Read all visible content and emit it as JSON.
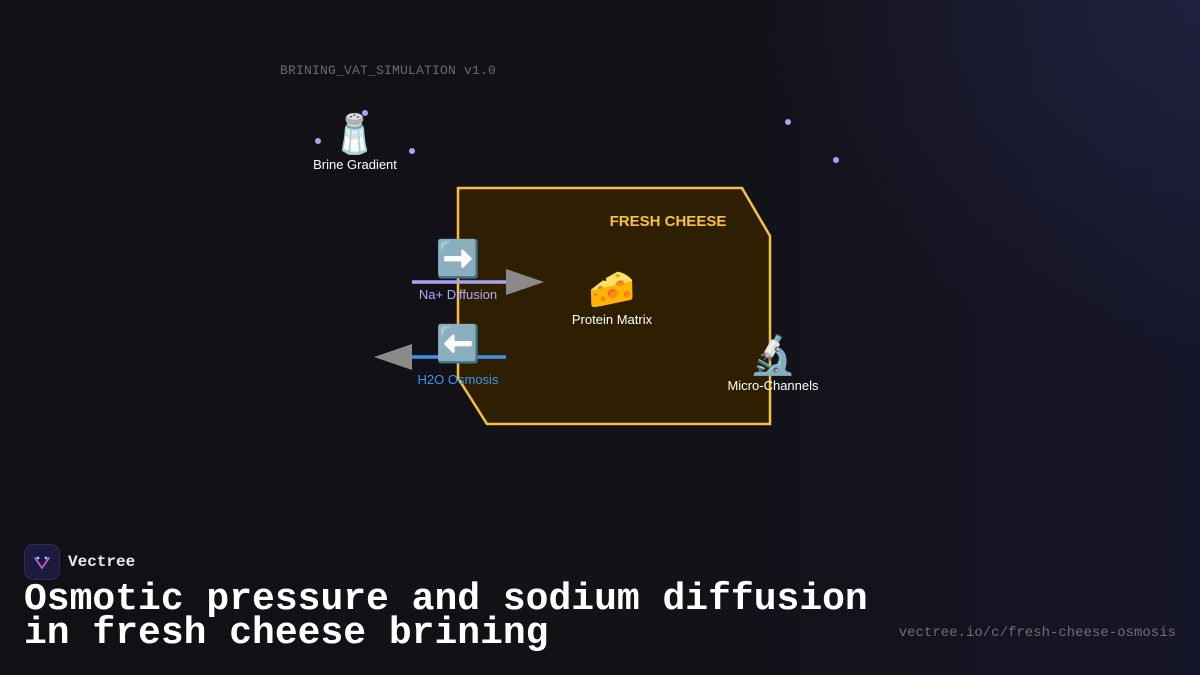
{
  "simulation_title": "BRINING_VAT_SIMULATION v1.0",
  "diagram": {
    "container_label": "FRESH CHEESE",
    "nodes": [
      {
        "id": "brine",
        "icon": "salt-shaker-icon",
        "emoji": "🧂",
        "label": "Brine Gradient"
      },
      {
        "id": "na",
        "icon": "right-arrow-icon",
        "emoji": "➡️",
        "label": "Na+ Diffusion"
      },
      {
        "id": "h2o",
        "icon": "left-arrow-icon",
        "emoji": "⬅️",
        "label": "H2O Osmosis"
      },
      {
        "id": "protein",
        "icon": "cheese-icon",
        "emoji": "🧀",
        "label": "Protein Matrix"
      },
      {
        "id": "micro",
        "icon": "microscope-icon",
        "emoji": "🔬",
        "label": "Micro-Channels"
      }
    ],
    "colors": {
      "container_fill": "#2e1f02",
      "container_stroke": "#f3c13c",
      "container_label": "#f7c23d",
      "na_arrow": "#a8a4f0",
      "na_label": "#b0a8f5",
      "h2o_arrow": "#3f93ee",
      "h2o_label": "#3f93ee",
      "arrowhead": "#8a8a8a",
      "particles": "#a8a4f0"
    }
  },
  "brand": {
    "name": "Vectree"
  },
  "headline": "Osmotic pressure and sodium diffusion in fresh cheese brining",
  "url": "vectree.io/c/fresh-cheese-osmosis"
}
